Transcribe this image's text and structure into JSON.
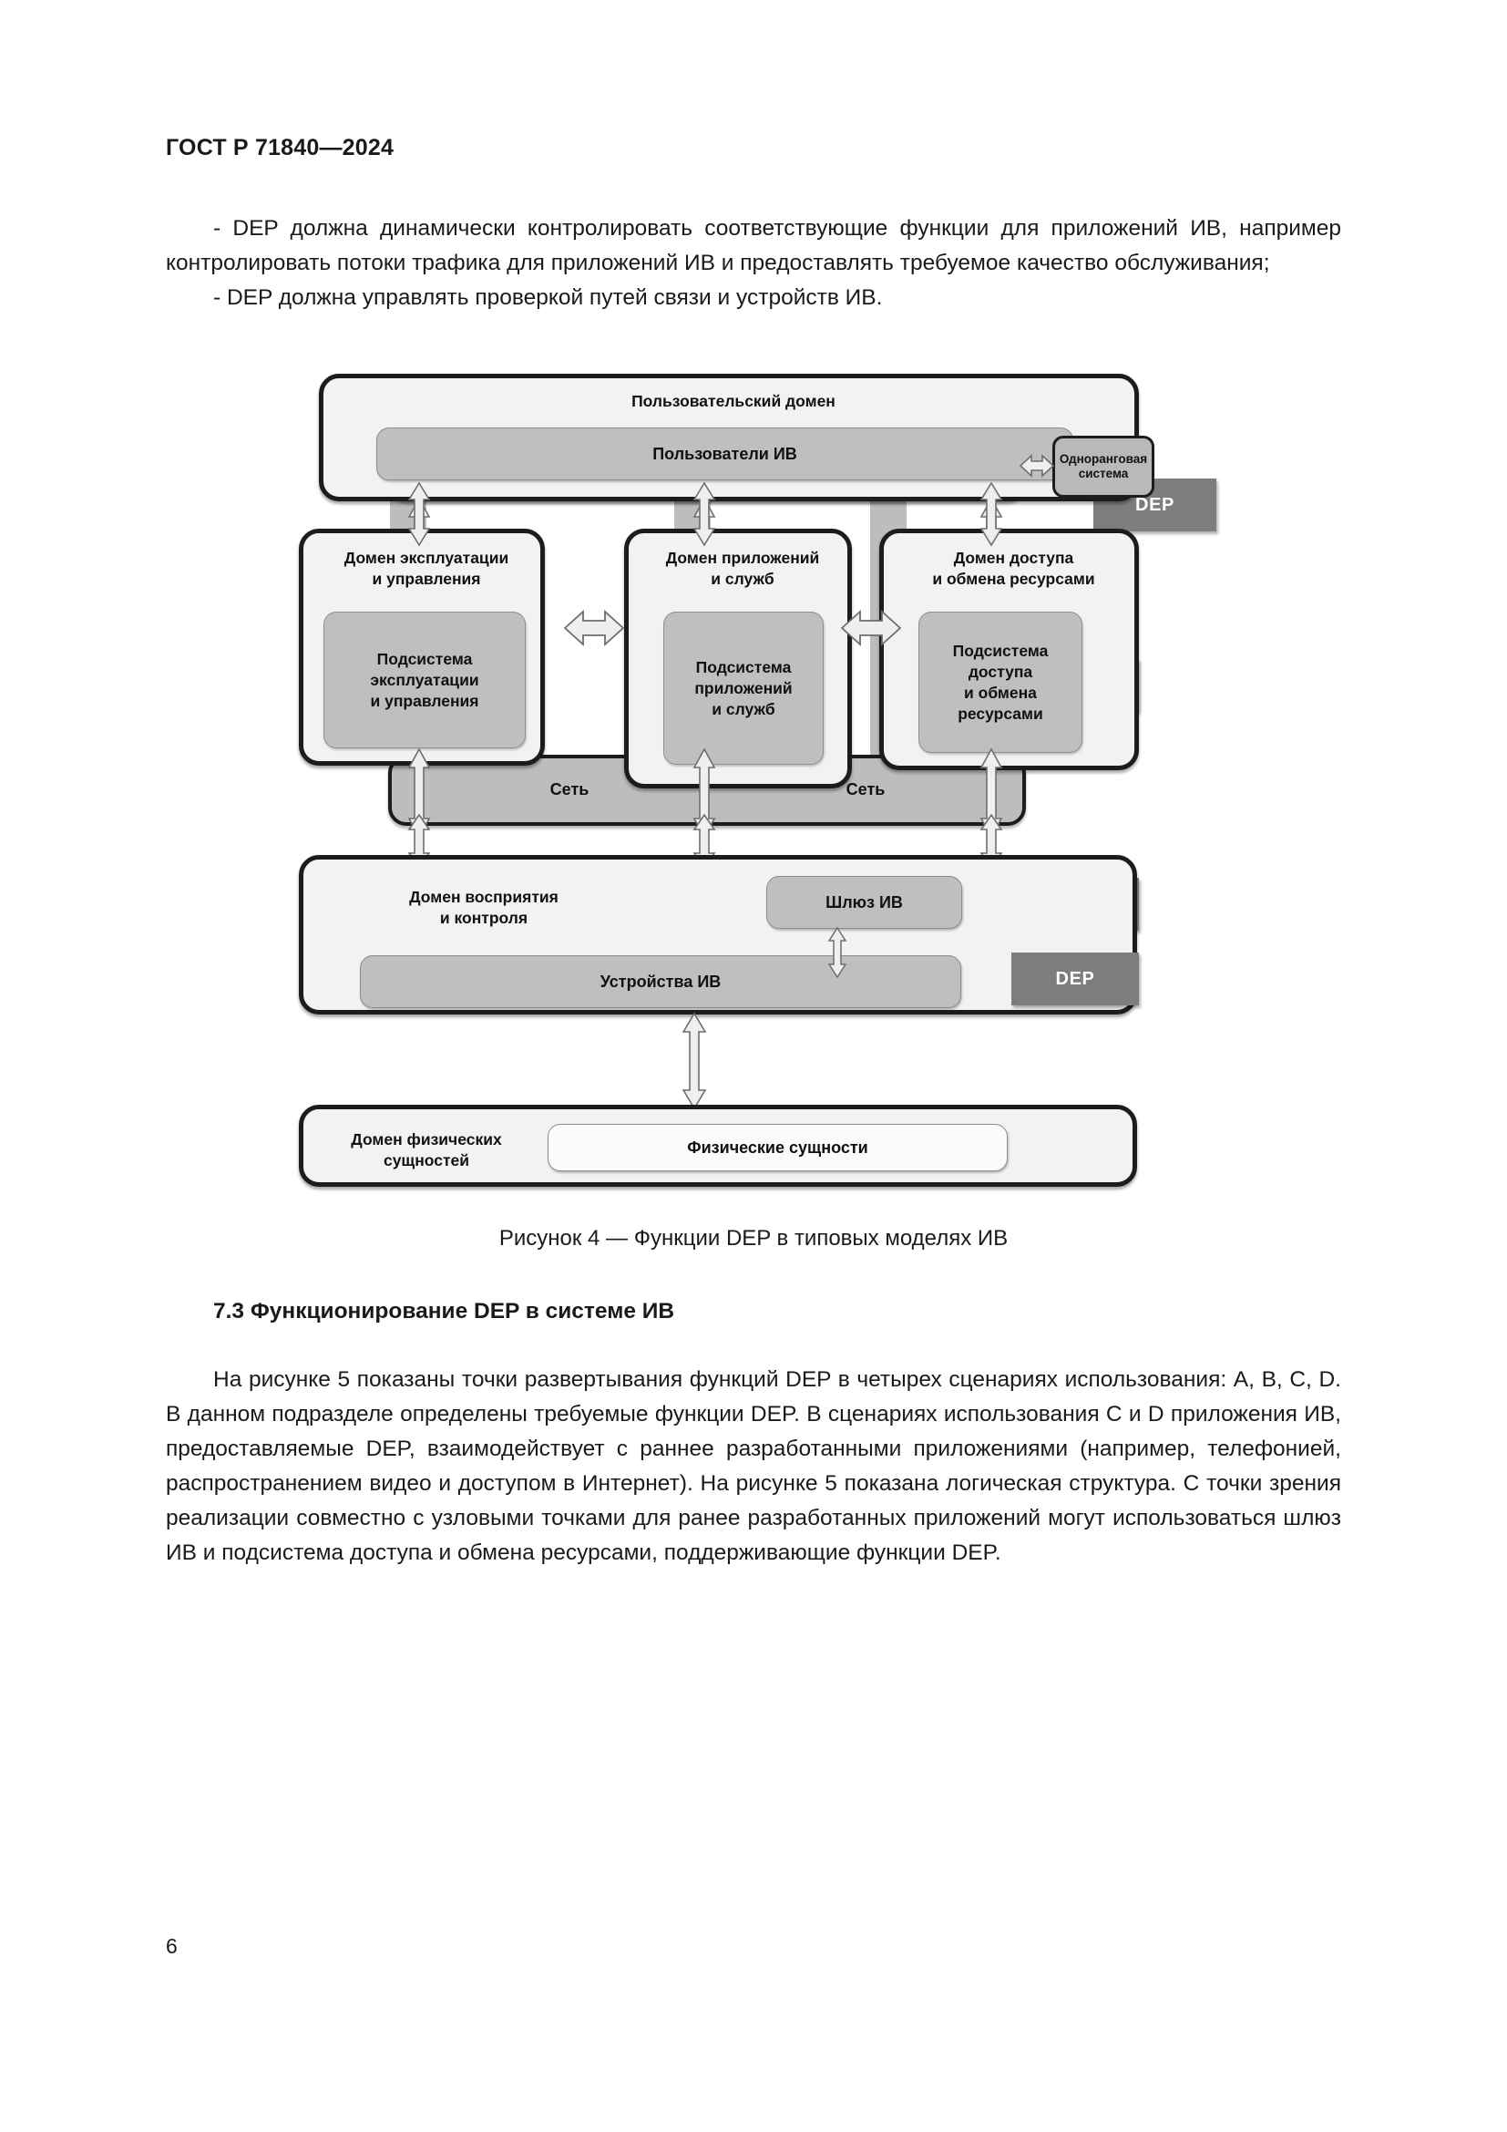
{
  "header": {
    "standard": "ГОСТ Р 71840—2024"
  },
  "page_number": "6",
  "intro": {
    "bullet_1": "- DEP должна динамически контролировать соответствующие функции для приложений ИВ, например контролировать потоки трафика для приложений ИВ и предоставлять требуемое качество обслуживания;",
    "bullet_2": "- DEP должна управлять проверкой путей связи и устройств ИВ."
  },
  "figure": {
    "caption": "Рисунок 4 — Функции DEP в типовых моделях ИВ",
    "dep_label": "DEP",
    "network_label": "Сеть",
    "user_domain": {
      "title": "Пользовательский домен",
      "bar": "Пользователи ИВ"
    },
    "peer_system": "Одноранговая\nсистема",
    "operation_domain": {
      "title": "Домен эксплуатации\nи управления",
      "subsystem": "Подсистема\nэксплуатации\nи управления"
    },
    "application_domain": {
      "title": "Домен приложений\nи служб",
      "subsystem": "Подсистема\nприложений\nи служб"
    },
    "access_domain": {
      "title": "Домен доступа\nи обмена ресурсами",
      "subsystem": "Подсистема\nдоступа\nи обмена\nресурсами"
    },
    "perception_domain": {
      "title": "Домен восприятия\nи контроля",
      "gateway": "Шлюз ИВ",
      "devices": "Устройства ИВ"
    },
    "physical_domain": {
      "title": "Домен физических\nсущностей",
      "entities": "Физические сущности"
    },
    "colors": {
      "dep_fill": "#7d7d7d",
      "bar_fill": "#bfbfbf",
      "domain_fill": "#f2f2f2",
      "network_fill": "#bdbdbd",
      "border": "#1c1c1c"
    }
  },
  "section": {
    "heading": "7.3 Функционирование DEP в системе ИВ",
    "paragraph": "На рисунке 5 показаны точки развертывания функций DEP в четырех сценариях использования: A, B, C, D. В данном подразделе определены требуемые функции DEP. В сценариях использования C и D приложения ИВ, предоставляемые DEP, взаимодействует с раннее разработанными приложениями (например, телефонией, распространением видео и доступом в Интернет). На рисунке 5 показана логическая структура. С точки зрения реализации совместно с узловыми точками для ранее разработанных приложений могут использоваться шлюз ИВ и подсистема доступа и обмена ресурсами, поддерживающие функции DEP."
  }
}
